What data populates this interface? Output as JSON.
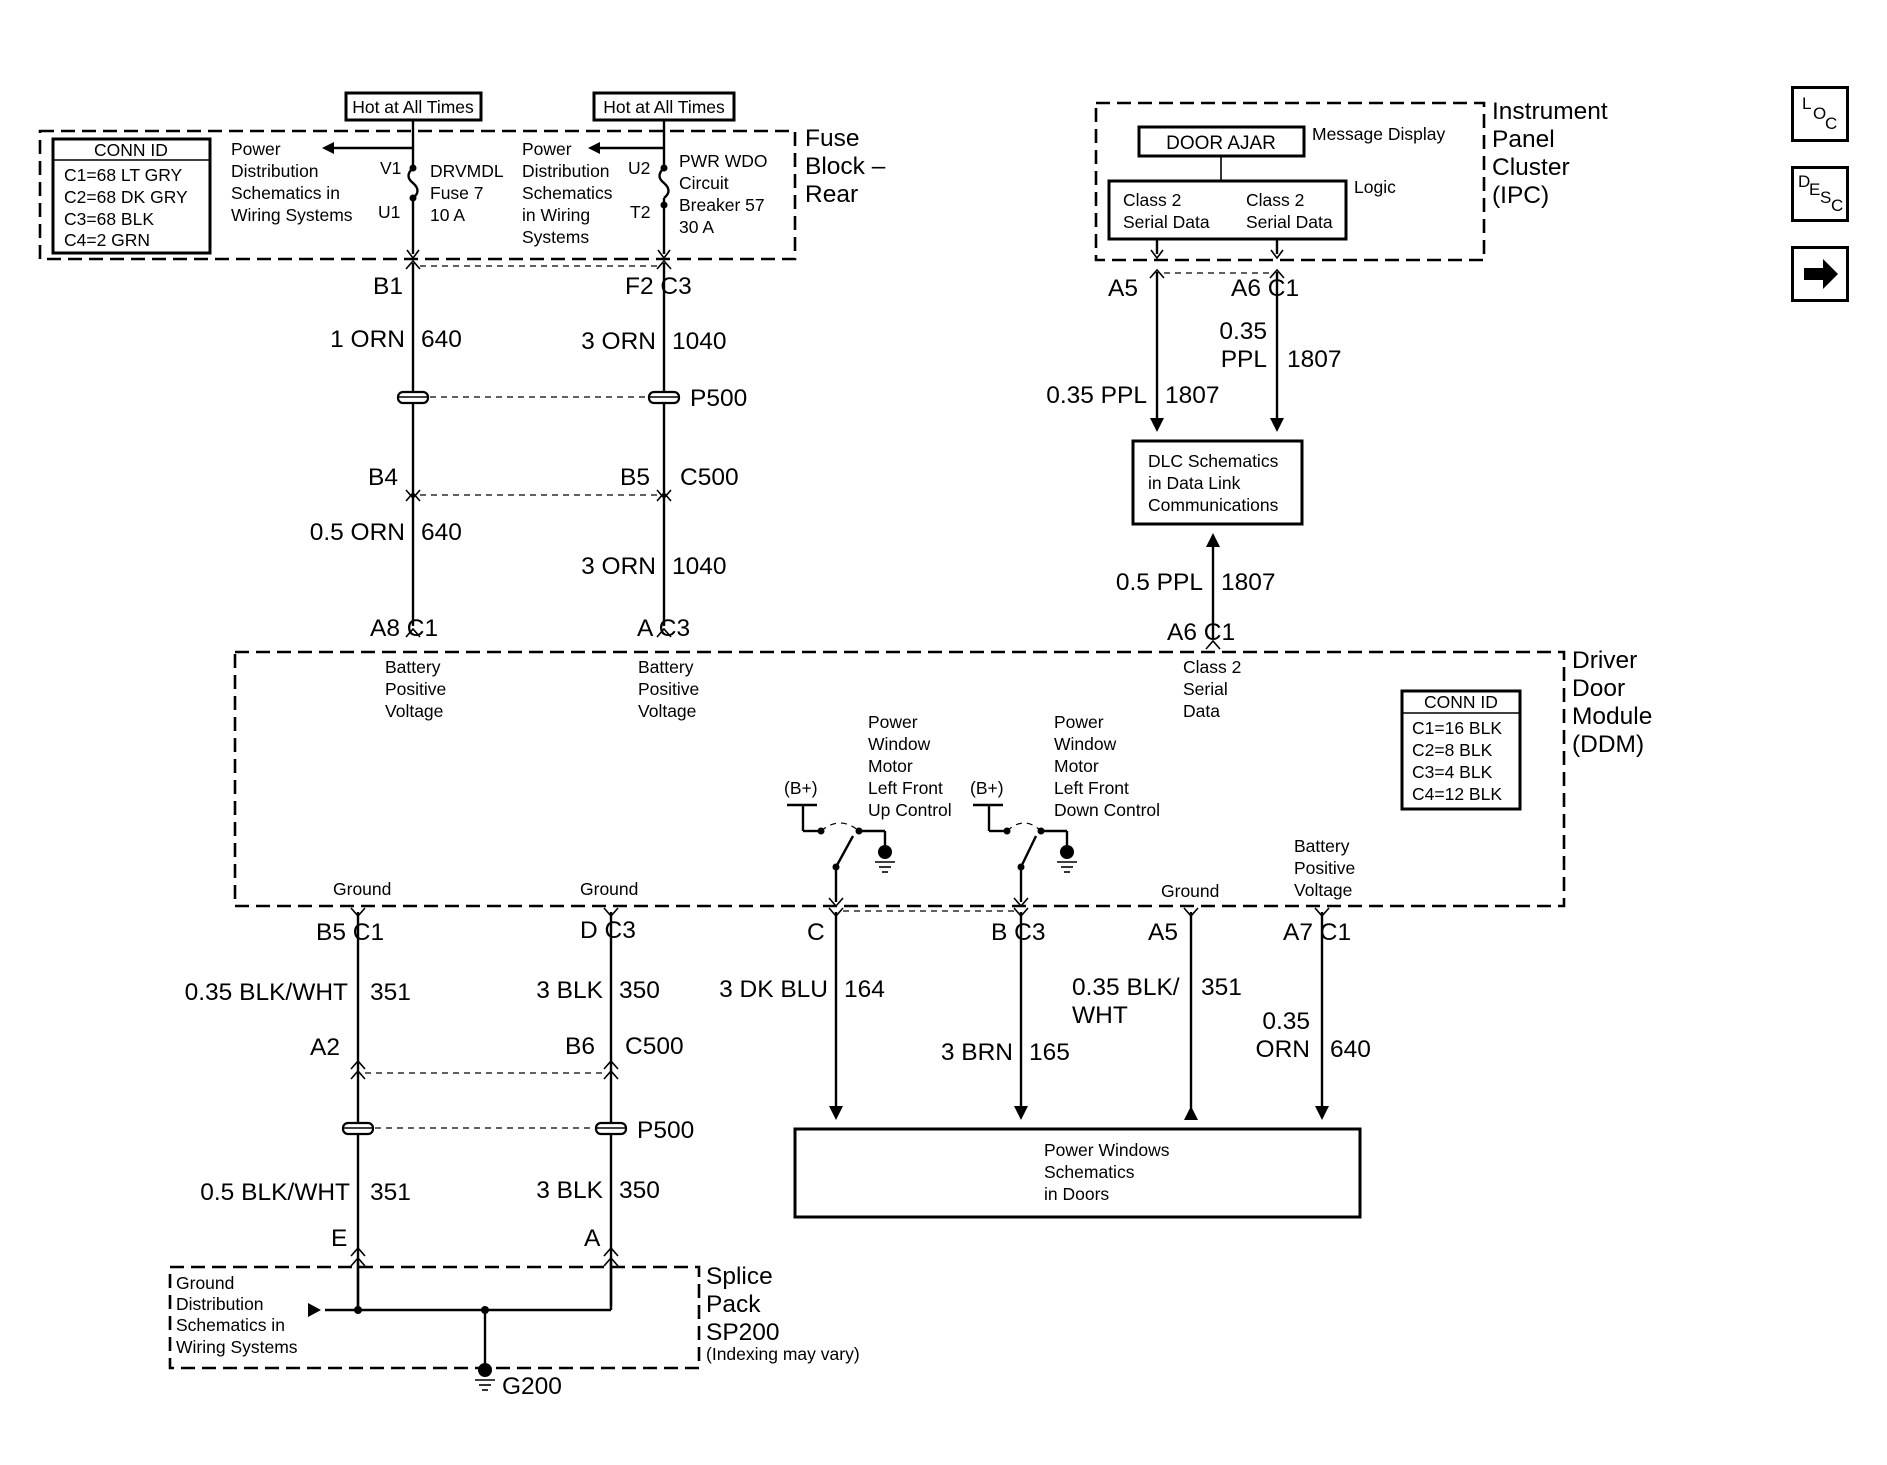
{
  "nav": {
    "loc": [
      "L",
      "O",
      "C"
    ],
    "desc": [
      "D",
      "E",
      "S",
      "C"
    ]
  },
  "fuse_block": {
    "title": [
      "Fuse",
      "Block –",
      "Rear"
    ],
    "hot1": "Hot at All Times",
    "hot2": "Hot at All Times",
    "conn_id": {
      "title": "CONN ID",
      "rows": [
        "C1=68 LT GRY",
        "C2=68 DK GRY",
        "C3=68 BLK",
        "C4=2 GRN"
      ]
    },
    "pd1": [
      "Power",
      "Distribution",
      "Schematics in",
      "Wiring Systems"
    ],
    "pd2": [
      "Power",
      "Distribution",
      "Schematics",
      "in Wiring",
      "Systems"
    ],
    "fuse7": {
      "top": "V1",
      "bottom": "U1",
      "desc": [
        "DRVMDL",
        "Fuse 7",
        "10 A"
      ]
    },
    "cb57": {
      "top": "U2",
      "bottom": "T2",
      "desc": [
        "PWR WDO",
        "Circuit",
        "Breaker 57",
        "30 A"
      ]
    }
  },
  "ipc": {
    "title": [
      "Instrument",
      "Panel",
      "Cluster",
      "(IPC)"
    ],
    "door_ajar": "DOOR AJAR",
    "message_display": "Message Display",
    "logic": "Logic",
    "class2_left": [
      "Class 2",
      "Serial Data"
    ],
    "class2_right": [
      "Class 2",
      "Serial Data"
    ]
  },
  "dlc": {
    "text": [
      "DLC Schematics",
      "in Data Link",
      "Communications"
    ]
  },
  "ddm": {
    "title": [
      "Driver",
      "Door",
      "Module",
      "(DDM)"
    ],
    "conn_id": {
      "title": "CONN ID",
      "rows": [
        "C1=16 BLK",
        "C2=8 BLK",
        "C3=4 BLK",
        "C4=12 BLK"
      ]
    },
    "batt1": [
      "Battery",
      "Positive",
      "Voltage"
    ],
    "batt2": [
      "Battery",
      "Positive",
      "Voltage"
    ],
    "class2": [
      "Class 2",
      "Serial",
      "Data"
    ],
    "pw_up": [
      "Power",
      "Window",
      "Motor",
      "Left Front",
      "Up Control"
    ],
    "pw_down": [
      "Power",
      "Window",
      "Motor",
      "Left Front",
      "Down Control"
    ],
    "bplus1": "(B+)",
    "bplus2": "(B+)",
    "ground1": "Ground",
    "ground2": "Ground",
    "ground3": "Ground",
    "batt3": [
      "Battery",
      "Positive",
      "Voltage"
    ]
  },
  "pw_box": {
    "text": [
      "Power Windows",
      "Schematics",
      "in Doors"
    ]
  },
  "splice": {
    "title": [
      "Splice",
      "Pack",
      "SP200"
    ],
    "note": "(Indexing may vary)",
    "gd": [
      "Ground",
      "Distribution",
      "Schematics in",
      "Wiring Systems"
    ],
    "ground": "G200"
  },
  "labels": {
    "b1": "B1",
    "f2c3": "F2  C3",
    "w1": "1 ORN",
    "w1n": "640",
    "w2": "3 ORN",
    "w2n": "1040",
    "p500a": "P500",
    "b4": "B4",
    "b5": "B5",
    "c500a": "C500",
    "w3": "0.5 ORN",
    "w3n": "640",
    "w4": "3 ORN",
    "w4n": "1040",
    "a8c1": "A8  C1",
    "ac3": "A  C3",
    "a5": "A5",
    "a6c1top": "A6  C1",
    "w5a": "0.35",
    "w5b": "PPL",
    "w5n": "1807",
    "w6": "0.35 PPL",
    "w6n": "1807",
    "w7": "0.5 PPL",
    "w7n": "1807",
    "a6c1": "A6  C1",
    "b5c1": "B5  C1",
    "dc3": "D  C3",
    "c": "C",
    "bc3": "B  C3",
    "a5b": "A5",
    "a7c1": "A7  C1",
    "w8": "0.35 BLK/WHT",
    "w8n": "351",
    "w9": "3 BLK",
    "w9n": "350",
    "w10": "3 DK BLU",
    "w10n": "164",
    "w11": "3 BRN",
    "w11n": "165",
    "w12a": "0.35 BLK/",
    "w12b": "WHT",
    "w12n": "351",
    "w13a": "0.35",
    "w13b": "ORN",
    "w13n": "640",
    "a2": "A2",
    "b6": "B6",
    "c500b": "C500",
    "p500b": "P500",
    "w14": "0.5 BLK/WHT",
    "w14n": "351",
    "w15": "3 BLK",
    "w15n": "350",
    "e": "E",
    "a": "A"
  }
}
